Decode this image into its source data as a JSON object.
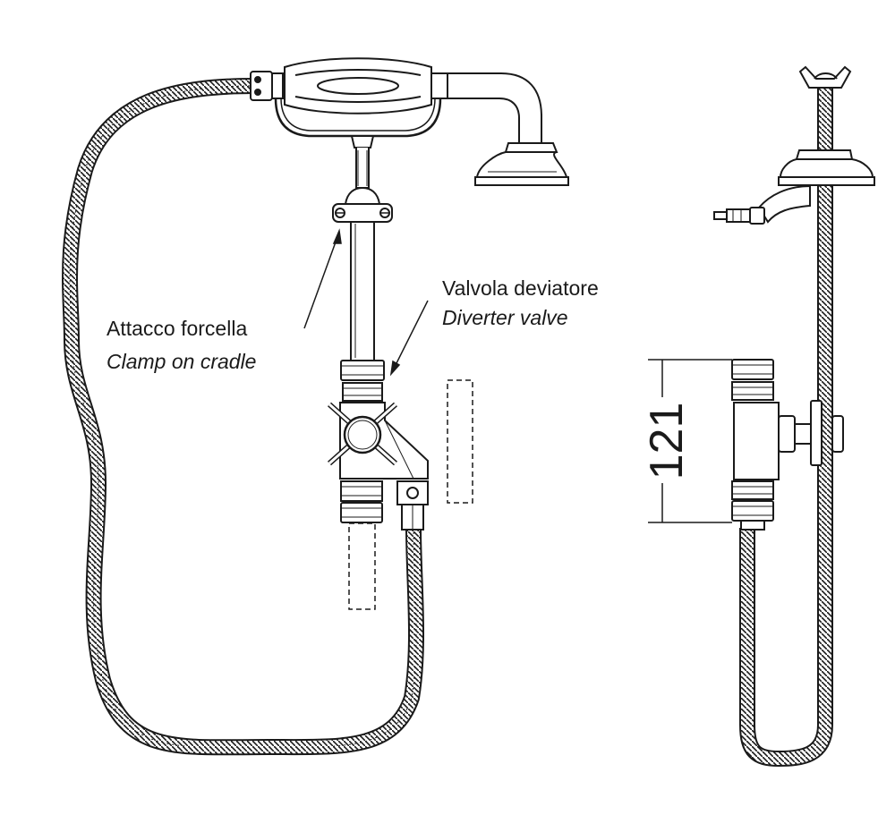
{
  "labels": {
    "clamp_it": "Attacco forcella",
    "clamp_en": "Clamp on cradle",
    "valve_it": "Valvola deviatore",
    "valve_en": "Diverter valve"
  },
  "dimension": {
    "value": "121"
  },
  "colors": {
    "line": "#1a1a1a",
    "hose": "#ffffff"
  }
}
